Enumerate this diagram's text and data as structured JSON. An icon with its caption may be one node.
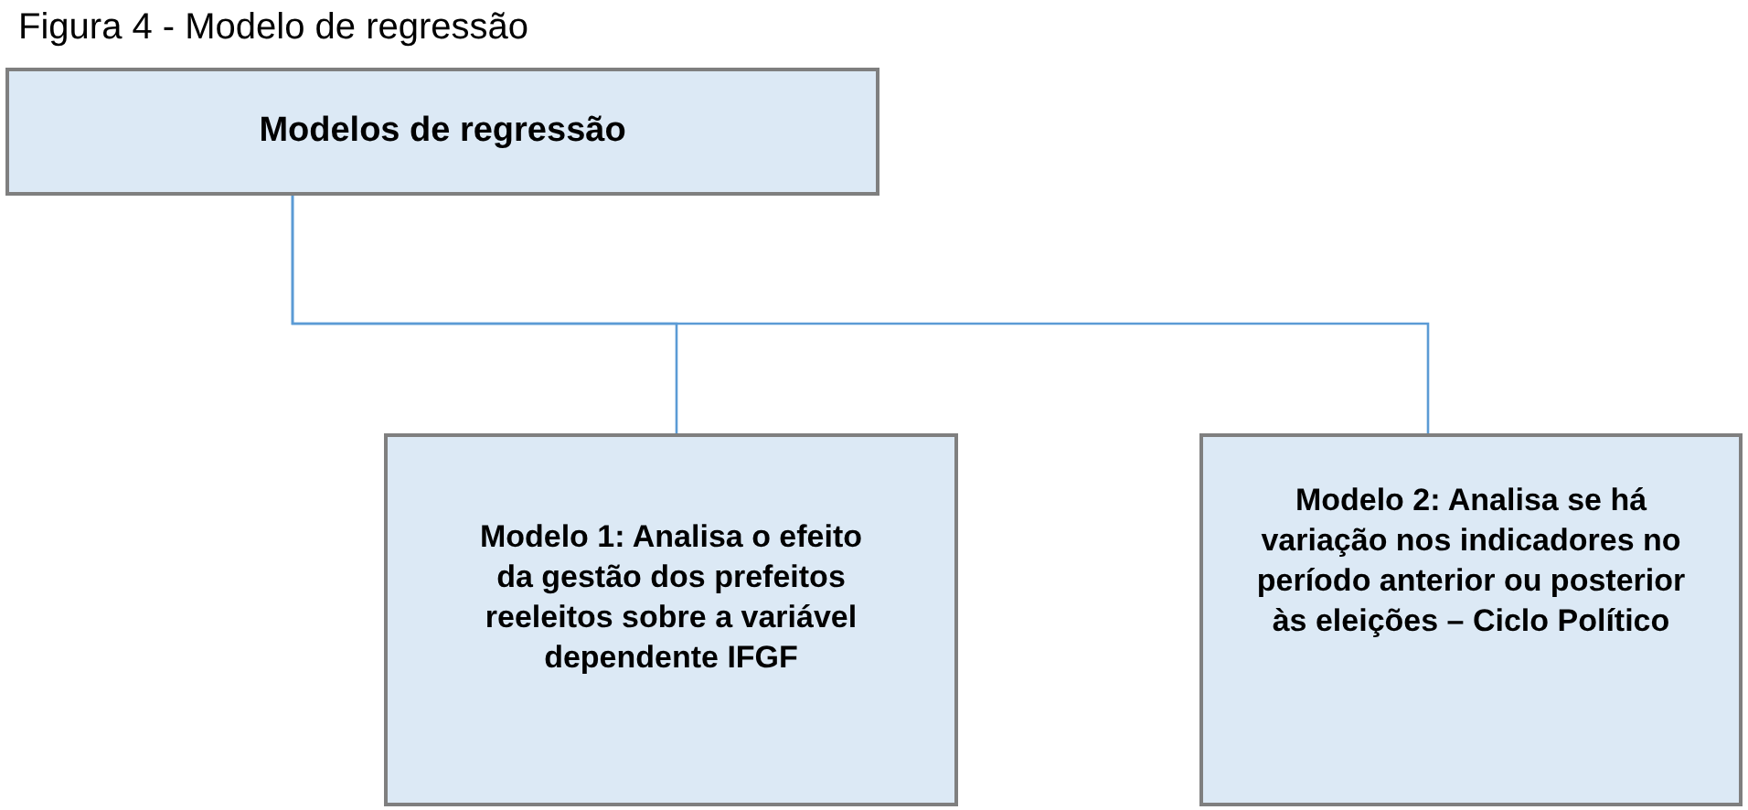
{
  "diagram": {
    "title": "Figura 4 - Modelo de regressão",
    "nodes": [
      {
        "text": [
          "Modelos de regressão"
        ]
      },
      {
        "text": [
          "Modelo 1: Analisa o efeito da gestão dos prefeitos reeleitos sobre a variável dependente IFGF"
        ]
      },
      {
        "text": [
          "Modelo 2: Analisa se há variação nos indicadores no período anterior ou posterior às eleições – Ciclo Político"
        ]
      }
    ],
    "edges": [
      {
        "from": 0,
        "to": 1,
        "arrow": "none"
      },
      {
        "from": 0,
        "to": 2,
        "arrow": "none"
      }
    ]
  }
}
